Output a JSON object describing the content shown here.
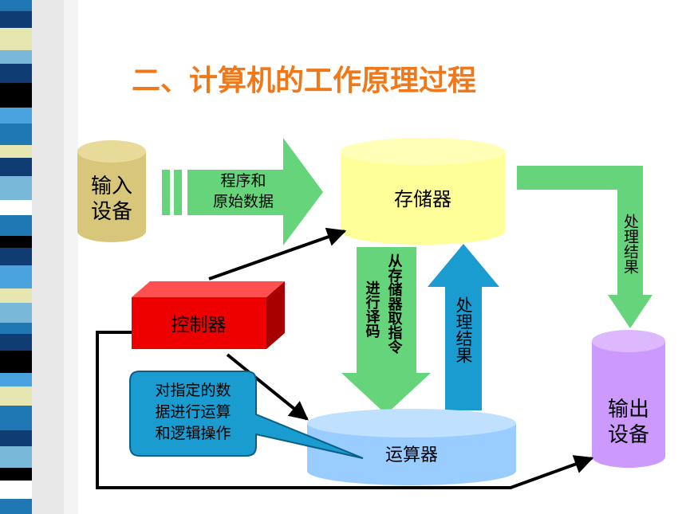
{
  "title": "二、计算机的工作原理过程",
  "nodes": {
    "input": "输入\n设备",
    "memory": "存储器",
    "controller": "控制器",
    "alu": "运算器",
    "output": "输出\n设备"
  },
  "labels": {
    "program_data": "程序和\n原始数据",
    "fetch_decode_right": "从存储器取指令",
    "fetch_decode_left": "进行译码",
    "result_center": "处理结果",
    "result_right": "处理结果",
    "callout": "对指定的数\n据进行运算\n和逻辑操作"
  },
  "colors": {
    "title": "#f07818",
    "green_arrow": "#66d47a",
    "blue_arrow": "#1a9cd0",
    "input_cyl": "#d8c77a",
    "memory_cyl": "#ffff99",
    "controller": "#ee0000",
    "alu_cyl": "#99ccff",
    "output_cyl": "#cc99ff",
    "callout": "#1a9cd0"
  },
  "stripe_colors": [
    "#1f77b4",
    "#0f3d73",
    "#e6e6b0",
    "#79b8d8",
    "#000000",
    "#4aa3df",
    "#ffffff"
  ]
}
